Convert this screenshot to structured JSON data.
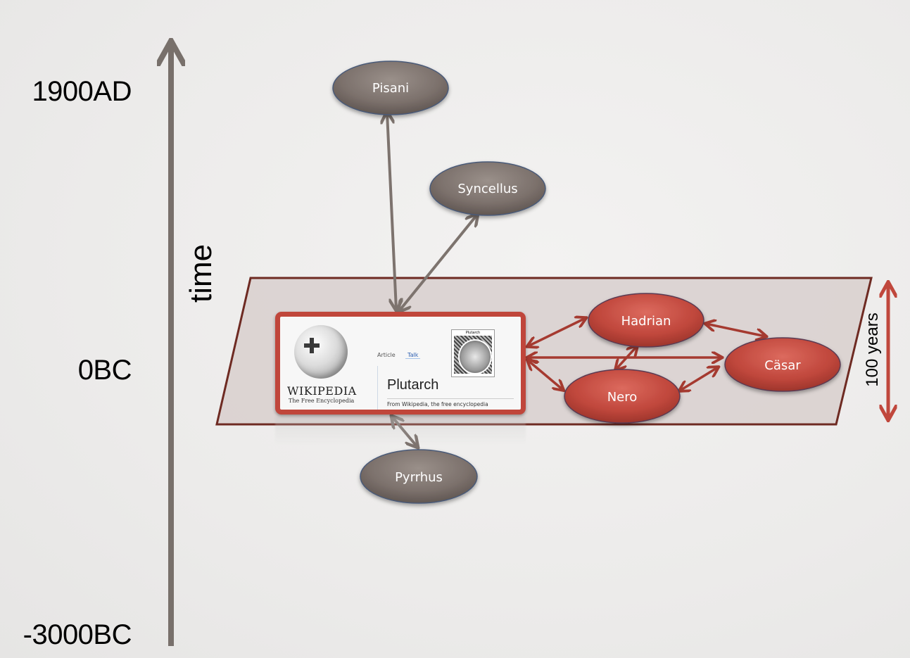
{
  "diagram": {
    "axis": {
      "label": "time",
      "ticks": [
        {
          "label": "1900AD",
          "value": 1900
        },
        {
          "label": "0BC",
          "value": 0
        },
        {
          "label": "-3000BC",
          "value": -3000
        }
      ]
    },
    "time_window": {
      "label": "100 years",
      "span_years": 100
    },
    "source_card": {
      "logo_wordmark": "WIKIPEDIA",
      "logo_tagline": "The Free Encyclopedia",
      "tab_article": "Article",
      "tab_talk": "Talk",
      "article_title": "Plutarch",
      "article_subtitle": "From Wikipedia, the free encyclopedia",
      "portrait_caption": "Plutarch"
    },
    "nodes": [
      {
        "id": "pisani",
        "label": "Pisani",
        "group": "outside_window",
        "color": "#7c716c"
      },
      {
        "id": "syncellus",
        "label": "Syncellus",
        "group": "outside_window",
        "color": "#7c716c"
      },
      {
        "id": "pyrrhus",
        "label": "Pyrrhus",
        "group": "outside_window",
        "color": "#7c716c"
      },
      {
        "id": "hadrian",
        "label": "Hadrian",
        "group": "inside_window",
        "color": "#c0473c"
      },
      {
        "id": "nero",
        "label": "Nero",
        "group": "inside_window",
        "color": "#c0473c"
      },
      {
        "id": "casar",
        "label": "Cäsar",
        "group": "inside_window",
        "color": "#c0473c"
      }
    ],
    "edges": [
      {
        "from": "plutarch",
        "to": "pisani",
        "kind": "outside"
      },
      {
        "from": "plutarch",
        "to": "syncellus",
        "kind": "outside"
      },
      {
        "from": "plutarch",
        "to": "pyrrhus",
        "kind": "outside"
      },
      {
        "from": "plutarch",
        "to": "hadrian",
        "kind": "inside"
      },
      {
        "from": "plutarch",
        "to": "nero",
        "kind": "inside"
      },
      {
        "from": "plutarch",
        "to": "casar",
        "kind": "inside"
      },
      {
        "from": "hadrian",
        "to": "casar",
        "kind": "inside"
      },
      {
        "from": "hadrian",
        "to": "nero",
        "kind": "inside"
      },
      {
        "from": "nero",
        "to": "casar",
        "kind": "inside"
      }
    ],
    "colors": {
      "outside_node": "#7c716c",
      "inside_node": "#c0473c",
      "outside_edge": "#7d736e",
      "inside_edge": "#a53a30",
      "window_border": "#6e2a22",
      "window_fill": "#d9d0cf",
      "axis": "#78706b",
      "card_border": "#c0463b"
    }
  }
}
